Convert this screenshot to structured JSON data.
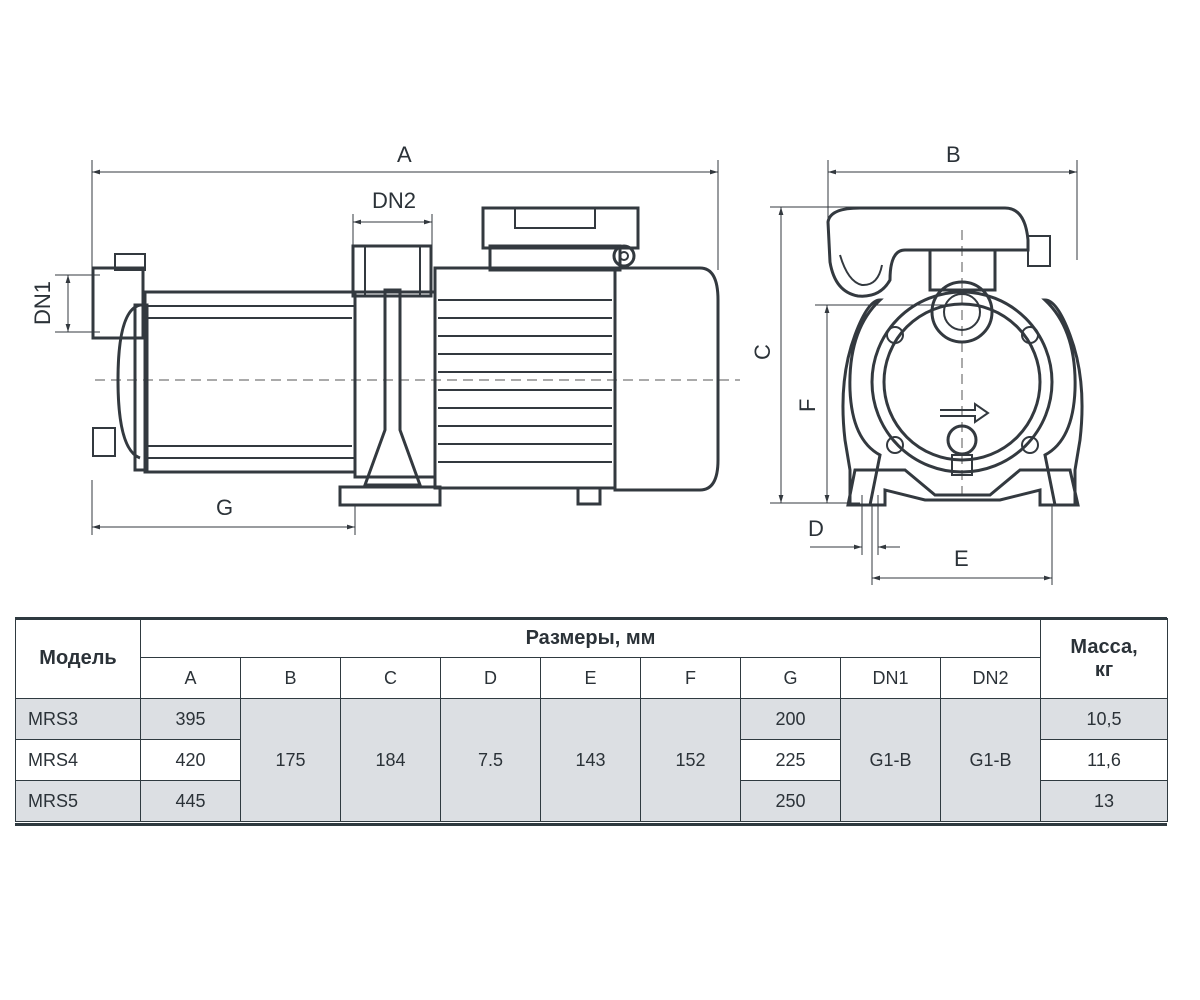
{
  "dimension_labels": {
    "a": "A",
    "b": "B",
    "c": "C",
    "d": "D",
    "e": "E",
    "f": "F",
    "g": "G",
    "dn1": "DN1",
    "dn2": "DN2"
  },
  "table": {
    "model_header": "Модель",
    "dimensions_header": "Размеры, мм",
    "mass_header_line1": "Масса,",
    "mass_header_line2": "кг",
    "columns": [
      "A",
      "B",
      "C",
      "D",
      "E",
      "F",
      "G",
      "DN1",
      "DN2"
    ],
    "rows": [
      {
        "model": "MRS3",
        "A": "395",
        "G": "200",
        "mass": "10,5"
      },
      {
        "model": "MRS4",
        "A": "420",
        "G": "225",
        "mass": "11,6"
      },
      {
        "model": "MRS5",
        "A": "445",
        "G": "250",
        "mass": "13"
      }
    ],
    "shared": {
      "B": "175",
      "C": "184",
      "D": "7.5",
      "E": "143",
      "F": "152",
      "DN1": "G1-B",
      "DN2": "G1-B"
    }
  }
}
